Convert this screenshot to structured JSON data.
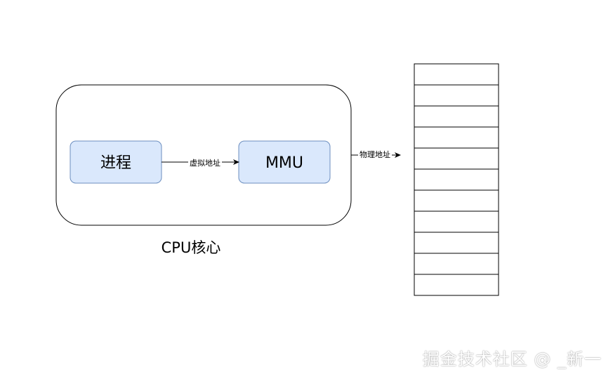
{
  "diagram": {
    "process_label": "进程",
    "mmu_label": "MMU",
    "virtual_edge_label": "虚拟地址",
    "physical_edge_label": "物理地址",
    "cpu_label": "CPU核心",
    "memory_cells": 11
  },
  "colors": {
    "box_fill": "#dae8fc",
    "box_stroke": "#6c8ebf",
    "line": "#000000"
  },
  "watermark": "掘金技术社区 @ _新一"
}
